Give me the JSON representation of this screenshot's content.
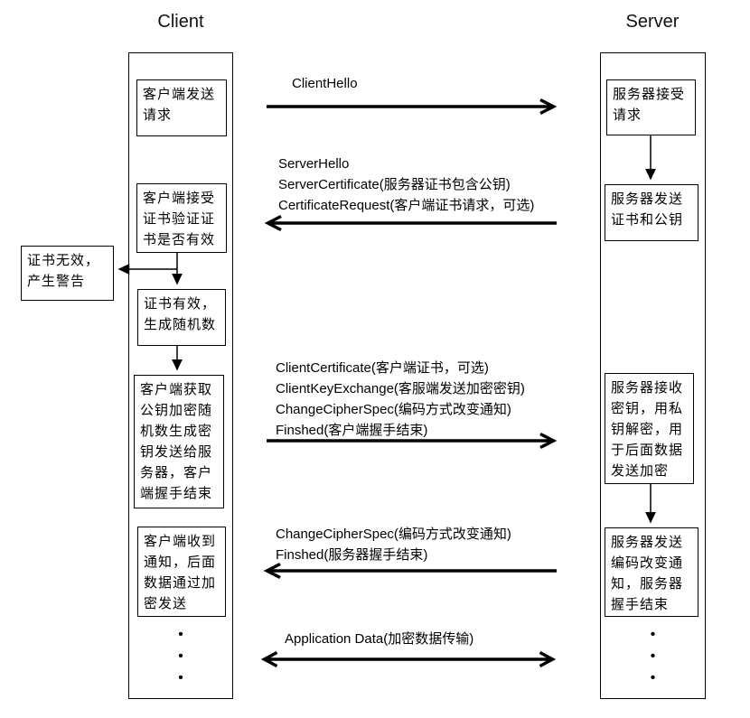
{
  "diagram": {
    "client": {
      "title": "Client",
      "boxes": {
        "b1": "客户端发送\n请求",
        "b2": "客户端接受\n证书验证证\n书是否有效",
        "b3": "证书有效，\n生成随机数",
        "b4": "客户端获取\n公钥加密随\n机数生成密\n钥发送给服\n务器，客户\n端握手结束",
        "b5": "客户端收到\n通知，后面\n数据通过加\n密发送",
        "warning": "证书无效，\n产生警告"
      },
      "dots": "•\n•\n•"
    },
    "server": {
      "title": "Server",
      "boxes": {
        "b1": "服务器接受\n请求",
        "b2": "服务器发送\n证书和公钥",
        "b3": "服务器接收\n密钥，用私\n钥解密，用\n于后面数据\n发送加密",
        "b4": "服务器发送\n编码改变通\n知，服务器\n握手结束"
      },
      "dots": "•\n•\n•"
    },
    "messages": [
      {
        "direction": "right",
        "lines": [
          "ClientHello"
        ]
      },
      {
        "direction": "left",
        "lines": [
          "ServerHello",
          "ServerCertificate(服务器证书包含公钥)",
          "CertificateRequest(客户端证书请求，可选)"
        ]
      },
      {
        "direction": "right",
        "lines": [
          "ClientCertificate(客户端证书，可选)",
          "ClientKeyExchange(客服端发送加密密钥)",
          "ChangeCipherSpec(编码方式改变通知)",
          "Finshed(客户端握手结束)"
        ]
      },
      {
        "direction": "left",
        "lines": [
          "ChangeCipherSpec(编码方式改变通知)",
          "Finshed(服务器握手结束)"
        ]
      },
      {
        "direction": "both",
        "lines": [
          "Application Data(加密数据传输)"
        ]
      }
    ],
    "line_color": "#000000",
    "background_color": "#ffffff"
  }
}
